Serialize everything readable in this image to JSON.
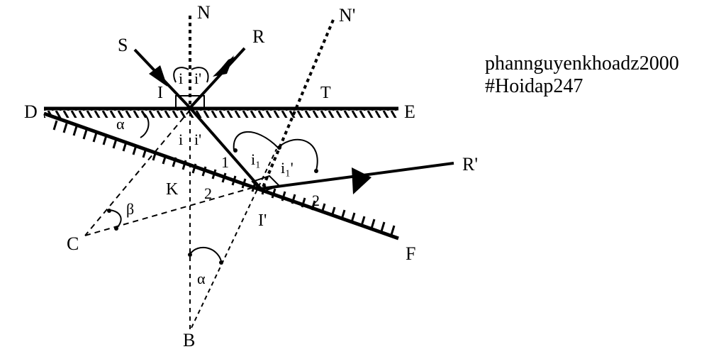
{
  "labels": {
    "N": "N",
    "N_prime": "N'",
    "S": "S",
    "R": "R",
    "I": "I",
    "T": "T",
    "D": "D",
    "E": "E",
    "alpha_top": "α",
    "i_top": "i",
    "i_prime_top": "i'",
    "i_below": "i",
    "i_prime_below": "i'",
    "one": "1",
    "i1": "i₁",
    "i1_prime": "i₁'",
    "R_prime": "R'",
    "K": "K",
    "two_left": "2",
    "two_right": "2",
    "beta": "β",
    "C": "C",
    "I_prime": "I'",
    "F": "F",
    "alpha_bottom": "α",
    "B": "B"
  },
  "credit": {
    "author": "phannguyenkhoadz2000",
    "tag": "#Hoidap247"
  },
  "colors": {
    "ink": "#000000",
    "background": "#ffffff"
  }
}
